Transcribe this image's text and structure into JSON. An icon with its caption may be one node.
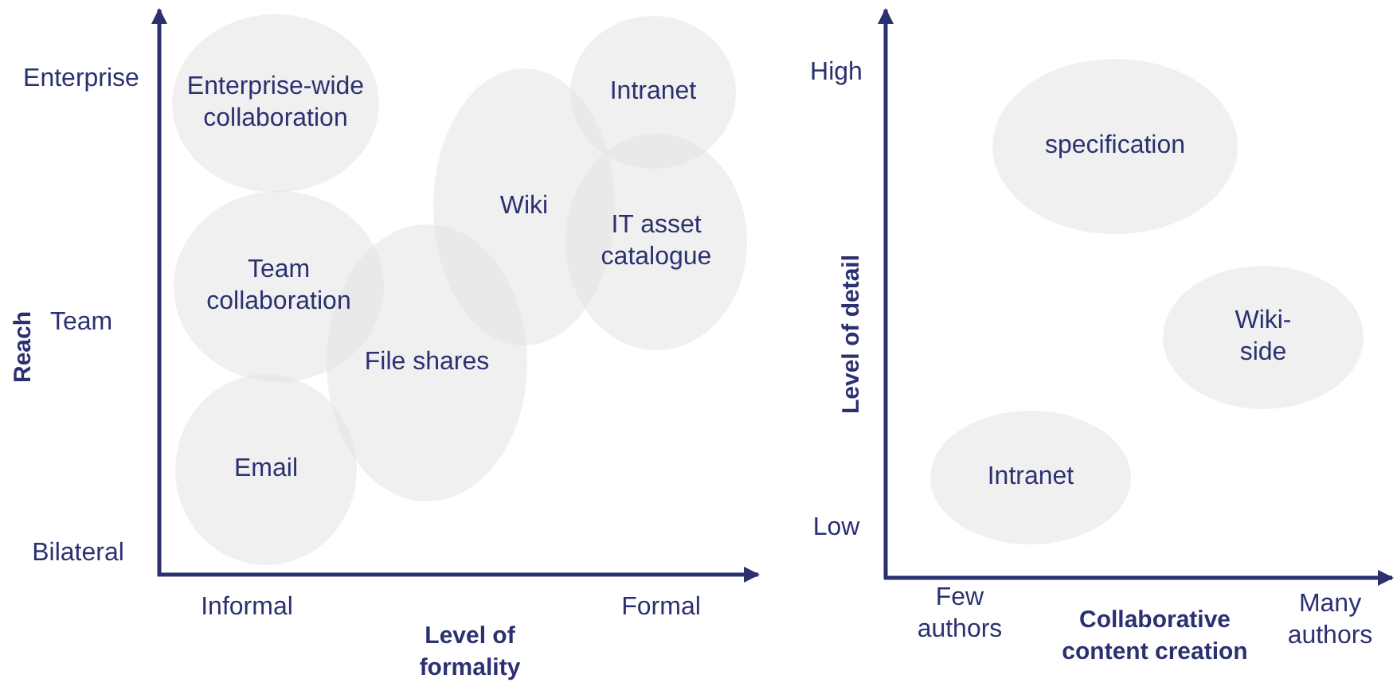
{
  "diagram": {
    "nodes": [
      {
        "text": [
          "Enterprise-wide collaboration"
        ]
      },
      {
        "text": [
          "Intranet"
        ]
      },
      {
        "text": [
          "Wiki"
        ]
      },
      {
        "text": [
          "IT asset catalogue"
        ]
      },
      {
        "text": [
          "Team collaboration"
        ]
      },
      {
        "text": [
          "File shares"
        ]
      },
      {
        "text": [
          "Email"
        ]
      },
      {
        "text": [
          "specification"
        ]
      },
      {
        "text": [
          "Wiki-side"
        ]
      },
      {
        "text": [
          "Intranet"
        ]
      }
    ],
    "edges": [],
    "labels": [
      "Enterprise",
      "Team",
      "Reach",
      "Bilateral",
      "Informal",
      "Formal",
      "Level of formality",
      "High",
      "Level of detail",
      "Low",
      "Few authors",
      "Collaborative content creation",
      "Many authors"
    ]
  }
}
